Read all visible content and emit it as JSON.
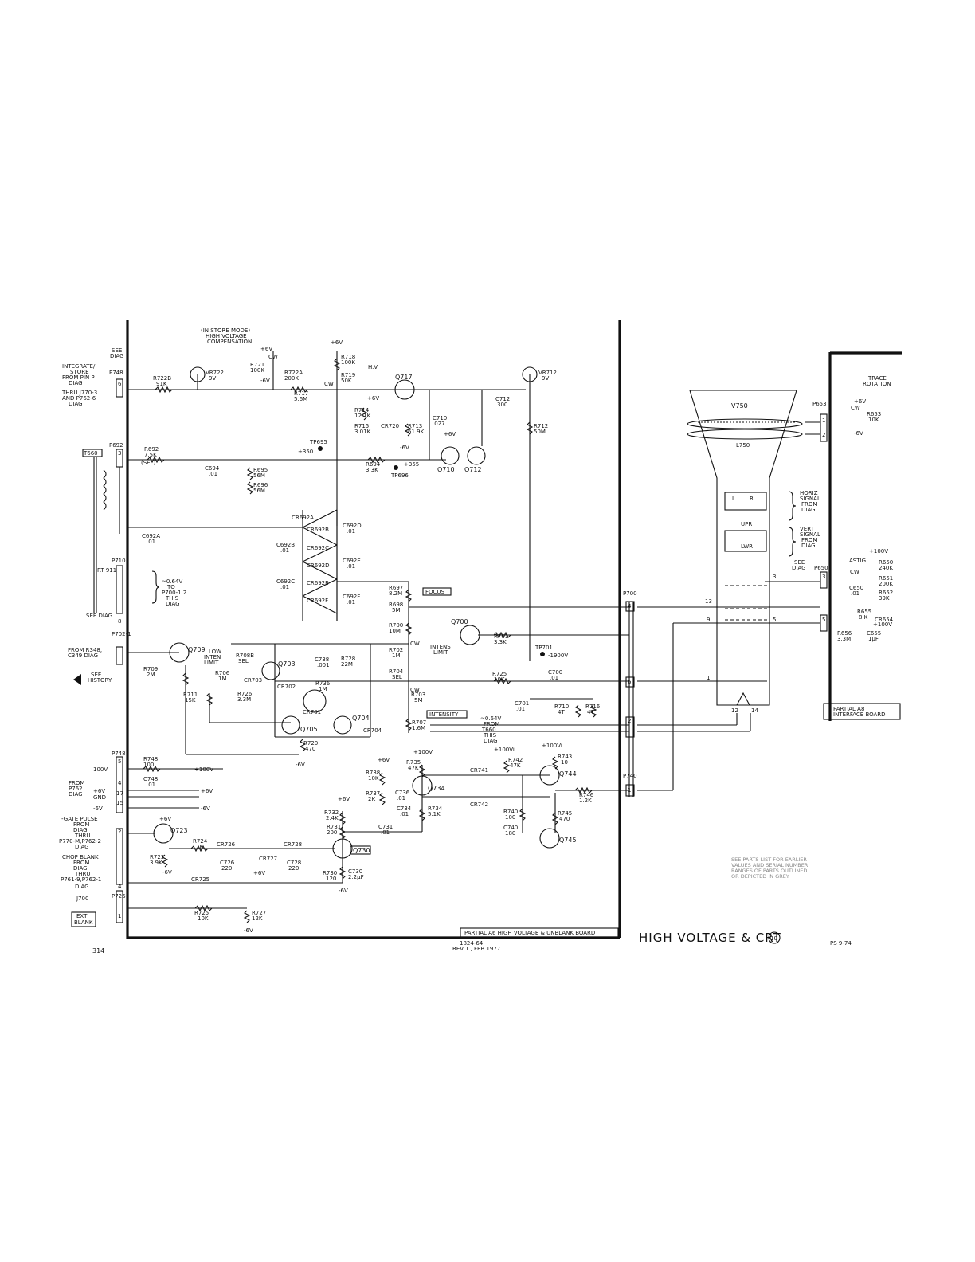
{
  "labels": {
    "in_store_mode": "(IN STORE MODE)",
    "hv_comp": "HIGH VOLTAGE",
    "compensation": "COMPENSATION",
    "see_diag": "SEE",
    "diag_word": "DIAG",
    "integrate": "INTEGRATE/",
    "store_from": "STORE",
    "from_pin_p": "FROM PIN P",
    "diag7": "DIAG",
    "thru_j": "THRU J770-3",
    "and_p": "AND P762-6",
    "diag9": "DIAG",
    "p748": "P748",
    "r722b": "R722B",
    "r722b_v": "91K",
    "vr722": "VR722",
    "vr722_v": "9V",
    "r721": "R721",
    "r721_v": "100K",
    "r722a": "R722A",
    "r722a_v": "200K",
    "r717": "R717",
    "r717_v": "5.6M",
    "p6v": "+6V",
    "m6v": "-6V",
    "cw": "CW",
    "r718": "R718",
    "r718_v": "100K",
    "r719": "R719",
    "r719_v": "50K",
    "hv": "H.V",
    "q717": "Q717",
    "vr712": "VR712",
    "vr712_v": "9V",
    "c712": "C712",
    "c712_v": "300",
    "r714": "R714",
    "r714_v": "12.1K",
    "r715": "R715",
    "r715_v": "3.01K",
    "cr720": "CR720",
    "r713": "R713",
    "r713_v": "61.9K",
    "c710": "C710",
    "c710_v": ".027",
    "q710": "Q710",
    "q712": "Q712",
    "r712": "R712",
    "r712_v": "50M",
    "p692": "P692",
    "t660": "T660",
    "r692": "R692",
    "r692_v": "7.5K",
    "sel": "(SEL)",
    "tp695": "TP695",
    "v350": "+350",
    "c694": "C694",
    "c694_v": ".01",
    "r695": "R695",
    "r695_v": "56M",
    "r696": "R696",
    "r696_v": "56M",
    "r694": "R694",
    "r694_v": "3.3K",
    "tp696": "TP696",
    "v355": "+355",
    "cr692a": "CR692A",
    "cr692b": "CR692B",
    "cr692c": "CR692C",
    "cr692d": "CR692D",
    "cr692e": "CR692E",
    "cr692f": "CR692F",
    "c692a": "C692A",
    "c692b": "C692B",
    "c692c": "C692C",
    "c692d": "C692D",
    "c692e": "C692E",
    "c692f": "C692F",
    "v01": ".01",
    "p710": "P710",
    "rt911": "RT 911",
    "v064": "≈0.64V",
    "to": "TO",
    "p700_12": "P700-1,2",
    "this": "THIS",
    "diag_w": "DIAG",
    "see_diag8": "SEE DIAG",
    "r697": "R697",
    "r697_v": "8.2M",
    "focus": "FOCUS",
    "r698": "R698",
    "r698_v": "5M",
    "r700": "R700",
    "r700_v": "10M",
    "q700": "Q700",
    "r701": "R701",
    "r701_v": "3.3K",
    "p702": "P702-1",
    "from_r348": "FROM R348,",
    "c349": "C349 DIAG",
    "see_history": "HISTORY",
    "see_word": "SEE",
    "q709": "Q709",
    "r709": "R709",
    "r709_v": "2M",
    "low_inten": "LOW",
    "inten": "INTEN",
    "limit": "LIMIT",
    "r708b": "R708B",
    "r708b_sel": "SEL",
    "r706": "R706",
    "r706_v": "1M",
    "cr703": "CR703",
    "r711": "R711",
    "r711_v": "15K",
    "r726": "R726",
    "r726_v": "3.3M",
    "q703": "Q703",
    "c738": "C738",
    "c738_v": ".001",
    "r728": "R728",
    "r728_v": "22M",
    "cr702": "CR702",
    "r736": "R736",
    "r736_v": "1M",
    "cr701": "CR701",
    "q704": "Q704",
    "q705": "Q705",
    "cr704": "CR704",
    "intens_limit": "INTENS",
    "limit2": "LIMIT",
    "r702": "R702",
    "r702_v": "1M",
    "r704": "R704",
    "r704_sel": "SEL",
    "r703": "R703",
    "r703_v": "5M",
    "intensity": "INTENSITY",
    "r707": "R707",
    "r707_v": "1.6M",
    "r720": "R720",
    "r720_v": "470",
    "tp701": "TP701",
    "m1900": "-1900V",
    "r725b": "R725",
    "r725b_v": "10K",
    "c700": "C700",
    "c700_v": ".01",
    "c701": "C701",
    "c701_v": ".01",
    "r710": "R710",
    "r710_v": "4T",
    "r716": "R716",
    "r716_v": "4T",
    "v064b": "≈0.64V",
    "from": "FROM",
    "t660b": "T660",
    "this2": "THIS",
    "diag2": "DIAG",
    "p700": "P700",
    "p740": "P740",
    "p748b": "P748",
    "r748": "R748",
    "r748_v": "100",
    "c748": "C748",
    "c748_v": ".01",
    "v100": "100V",
    "p100vi": "+100V",
    "from_p762": "FROM",
    "p762": "P762",
    "diag3": "DIAG",
    "gnd": "GND",
    "gate": "-GATE PULSE",
    "from3": "FROM",
    "diag7b": "DIAG",
    "thru": "THRU",
    "p770": "P770-M,P762-2",
    "diag2b": "DIAG",
    "q723": "Q723",
    "r724": "R724",
    "r724_v": "1K",
    "cr726": "CR726",
    "c726": "C726",
    "c726_v": "220",
    "cr727": "CR727",
    "cr728": "CR728",
    "c728": "C728",
    "c728_v": "220",
    "r723": "R723",
    "r723_v": "3.9K",
    "chop": "CHOP BLANK",
    "from4": "FROM",
    "diag4": "DIAG",
    "thru2": "THRU",
    "p761": "P761-9,P762-1",
    "diag5": "DIAG",
    "cr725": "CR725",
    "j700": "J700",
    "ext": "EXT",
    "blank": "BLANK",
    "p726": "P726",
    "r725": "R725",
    "r725_v": "10K",
    "r727": "R727",
    "r727_v": "12K",
    "q730": "Q730",
    "r730": "R730",
    "r730_v": "120",
    "c730": "C730",
    "c730_v": "2.2µF",
    "r731": "R731",
    "r731_v": "200",
    "r732": "R732",
    "r732_v": "2.4K",
    "c731": "C731",
    "c731_v": ".01",
    "r735": "R735",
    "r735_v": "47K",
    "r738": "R738",
    "r738_v": "10K",
    "r737": "R737",
    "r737_v": "2K",
    "c736": "C736",
    "c736_v": ".01",
    "q734": "Q734",
    "c734": "C734",
    "c734_v": ".01",
    "r734": "R734",
    "r734_v": "5.1K",
    "cr741": "CR741",
    "cr742": "CR742",
    "r742": "R742",
    "r742_v": "47K",
    "p100vi2": "+100Vi",
    "r743": "R743",
    "r743_v": "10",
    "q744": "Q744",
    "r746": "R746",
    "r746_v": "1.2K",
    "r740": "R740",
    "r740_v": "100",
    "c740": "C740",
    "c740_v": "180",
    "r745": "R745",
    "r745_v": "470",
    "q745": "Q745",
    "partial_a6": "PARTIAL A6 HIGH VOLTAGE & UNBLANK BOARD",
    "page_num": "314",
    "doc_id": "1824-64",
    "rev": "REV. C, FEB.1977",
    "title": "HIGH VOLTAGE & CRT",
    "diag_num": "10",
    "date_code": "PS 9-74",
    "v750": "V750",
    "l750": "L750",
    "horiz": "HORIZ",
    "signal": "SIGNAL",
    "from5": "FROM",
    "diag6": "DIAG",
    "vert": "VERT",
    "signal2": "SIGNAL",
    "from6": "FROM",
    "diag7c": "DIAG",
    "upr": "UPR",
    "lwr": "LWR",
    "l": "L",
    "r": "R",
    "trace": "TRACE",
    "rotation": "ROTATION",
    "p653": "P653",
    "r653": "R653",
    "r653_v": "10K",
    "astig": "ASTIG",
    "r650": "R650",
    "r650_v": "240K",
    "r651": "R651",
    "r651_v": "200K",
    "r652": "R652",
    "r652_v": "39K",
    "see_diag3": "SEE",
    "diag8": "DIAG",
    "p650": "P650",
    "c650": "C650",
    "c650_v": ".01",
    "p100v": "+100V",
    "r655": "R655",
    "r655_v": "8.K",
    "cr654": "CR654",
    "r656": "R656",
    "r656_v": "3.3M",
    "c655": "C655",
    "c655_v": "1µF",
    "partial_a8": "PARTIAL A8",
    "interface": "INTERFACE BOARD",
    "see_parts": "SEE PARTS LIST FOR EARLIER",
    "values": "VALUES AND SERIAL NUMBER",
    "ranges": "RANGES OF PARTS OUTLINED",
    "depicted": "OR DEPICTED IN GREY.",
    "pin13": "13",
    "pin9": "9",
    "pin1": "1",
    "pin5": "5",
    "pin3": "3",
    "pin12": "12",
    "pin14": "14",
    "n4": "4",
    "n6": "6",
    "n2": "2",
    "n1": "1",
    "n3": "3",
    "n5": "5",
    "n8": "8",
    "n17": "17",
    "n15": "15"
  }
}
